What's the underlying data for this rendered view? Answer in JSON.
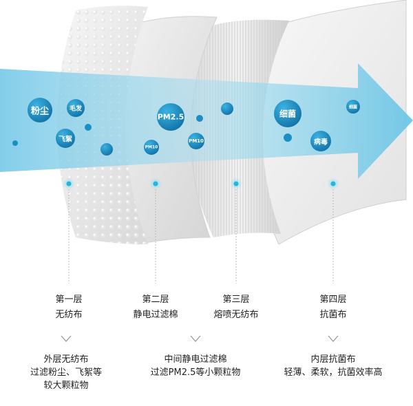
{
  "bubbles": {
    "fenchen": "粉尘",
    "maofa": "毛发",
    "feixu": "飞絮",
    "pm25": "PM2.5",
    "pm10_a": "PM10",
    "pm10_b": "PM10",
    "xijun": "细菌",
    "bingdu": "病毒",
    "xijun_small": "细菌"
  },
  "layers": [
    {
      "title": "第一层",
      "name": "无纺布",
      "desc": [
        "外层无纺布",
        "过滤粉尘、飞絮等",
        "较大颗粒物"
      ]
    },
    {
      "title": "第二层",
      "name": "静电过滤棉",
      "desc": [
        "中间静电过滤棉",
        "过滤PM2.5等小颗粒物"
      ]
    },
    {
      "title": "第三层",
      "name": "熔喷无纺布",
      "desc": []
    },
    {
      "title": "第四层",
      "name": "抗菌布",
      "desc": [
        "内层抗菌布",
        "轻薄、柔软，抗菌效率高"
      ]
    }
  ],
  "colors": {
    "bubble": "#1b8fc4",
    "arrow": "#8fd3ea",
    "dot": "#22b6dc"
  }
}
